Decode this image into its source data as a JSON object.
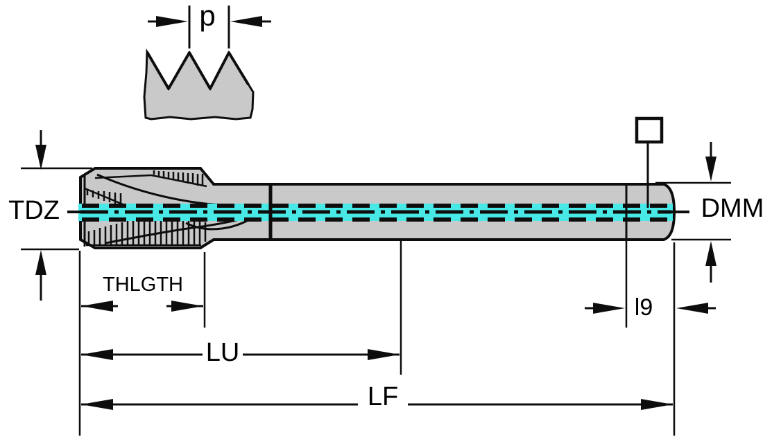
{
  "figure": {
    "labels": {
      "pitch": "p",
      "thread_diameter": "TDZ",
      "shank_diameter": "DMM",
      "thread_length": "THLGTH",
      "usable_length": "LU",
      "overall_length": "LF",
      "square_length": "l9"
    },
    "colors": {
      "body_fill": "#c9c9c9",
      "outline": "#0d0d0d",
      "centerline_highlight": "#47e8e6",
      "background": "#ffffff"
    }
  }
}
